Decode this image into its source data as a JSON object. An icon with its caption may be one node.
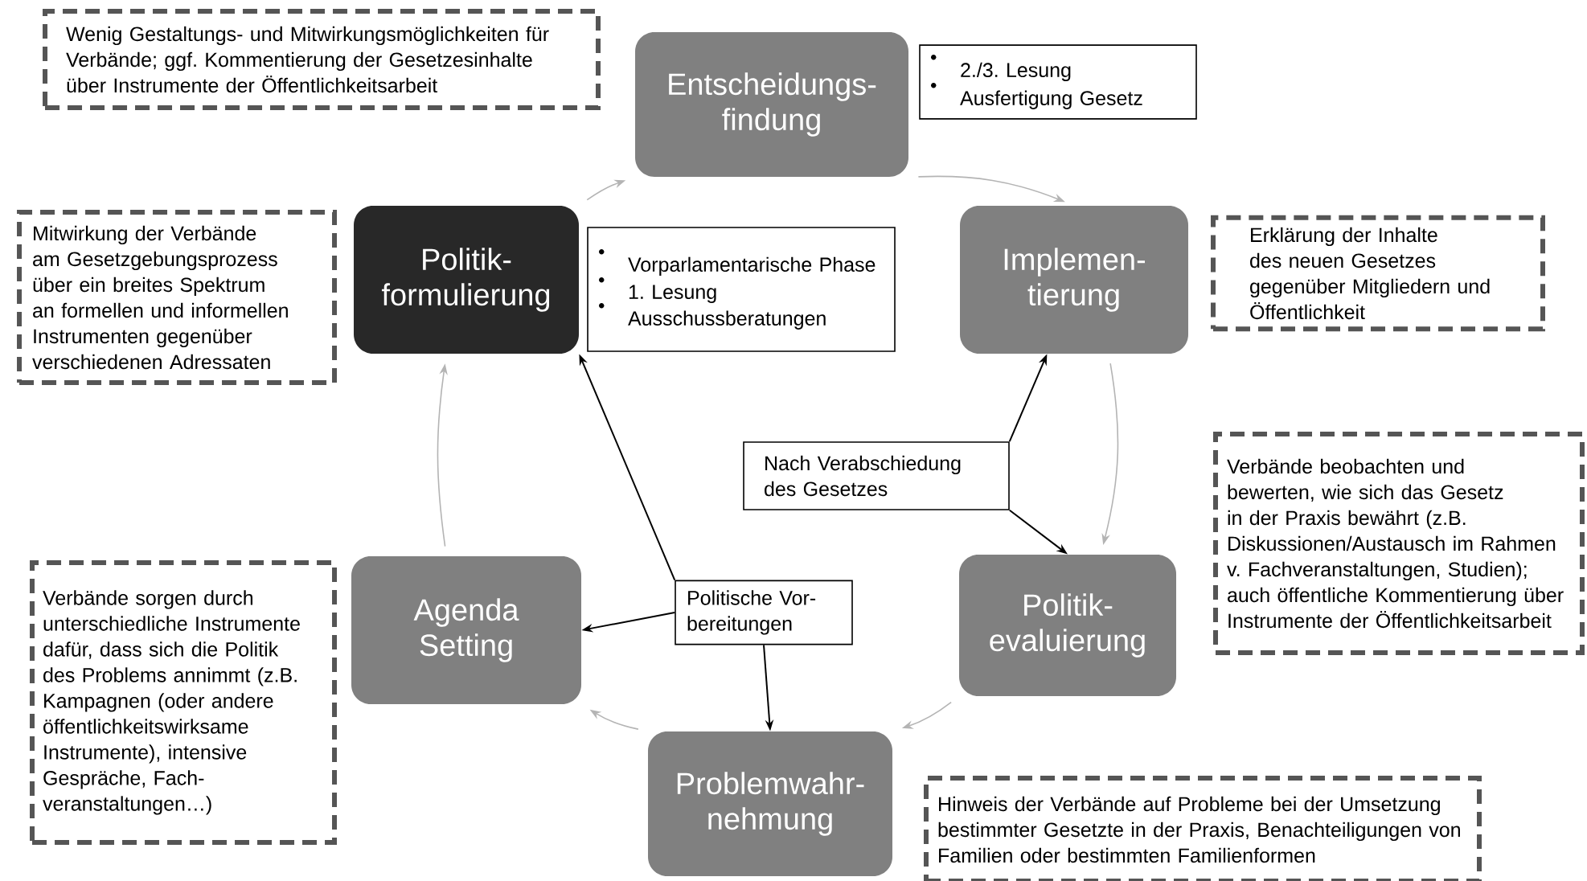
{
  "diagram": {
    "nodes": [
      {
        "text": [
          "Entscheidungs- findung"
        ]
      },
      {
        "text": [
          "Implemen- tierung"
        ]
      },
      {
        "text": [
          "Politik- evaluierung"
        ]
      },
      {
        "text": [
          "Problemwahr- nehmung"
        ]
      },
      {
        "text": [
          "Agenda Setting"
        ]
      },
      {
        "text": [
          "Politik- formulierung"
        ]
      },
      {
        "text": [
          "Vorparlamentarische Phase",
          "1. Lesung",
          "Ausschussberatungen"
        ]
      },
      {
        "text": [
          "2./3. Lesung",
          "Ausfertigung Gesetz"
        ]
      },
      {
        "text": [
          "Nach Verabschiedung des Gesetzes"
        ]
      },
      {
        "text": [
          "Politische Vor- bereitungen"
        ]
      },
      {
        "text": [
          "Wenig Gestaltungs- und Mitwirkungsmöglichkeiten für Verbände; ggf. Kommentierung der Gesetzesinhalte über Instrumente der Öffentlichkeitsarbeit"
        ]
      },
      {
        "text": [
          "Mitwirkung der Verbände am Gesetzgebungsprozess über ein breites Spektrum an formellen und informellen Instrumenten gegenüber verschiedenen Adressaten"
        ]
      },
      {
        "text": [
          "Erklärung der Inhalte des neuen Gesetzes gegenüber Mitgliedern und Öffentlichkeit"
        ]
      },
      {
        "text": [
          "Verbände beobachten und bewerten, wie sich das Gesetz in der Praxis bewährt (z.B. Diskussionen/Austausch im Rahmen v. Fachveranstaltungen, Studien); auch öffentliche Kommentierung über Instrumente der Öffentlichkeitsarbeit"
        ]
      },
      {
        "text": [
          "Verbände sorgen durch unterschiedliche Instrumente dafür, dass sich die Politik des Problems annimmt (z.B. Kampagnen (oder andere öffentlichkeitswirksame Instrumente), intensive Gespräche, Fach- veranstaltungen…)"
        ]
      },
      {
        "text": [
          "Hinweis der Verbände auf Probleme bei der Umsetzung bestimmter Gesetzte in der Praxis, Benachteiligungen von Familien oder bestimmten Familienformen"
        ]
      }
    ],
    "edges": [
      {
        "from": 5,
        "to": 0,
        "arrow": "to",
        "color": "#b4b4b4"
      },
      {
        "from": 0,
        "to": 1,
        "arrow": "to",
        "color": "#b4b4b4"
      },
      {
        "from": 1,
        "to": 2,
        "arrow": "to",
        "color": "#b4b4b4"
      },
      {
        "from": 2,
        "to": 3,
        "arrow": "to",
        "color": "#b4b4b4"
      },
      {
        "from": 3,
        "to": 4,
        "arrow": "to",
        "color": "#b4b4b4"
      },
      {
        "from": 4,
        "to": 5,
        "arrow": "to",
        "color": "#b4b4b4"
      },
      {
        "from": 9,
        "to": 5,
        "arrow": "to",
        "color": "#000000"
      },
      {
        "from": 9,
        "to": 4,
        "arrow": "to",
        "color": "#000000"
      },
      {
        "from": 9,
        "to": 3,
        "arrow": "to",
        "color": "#000000"
      },
      {
        "from": 8,
        "to": 1,
        "arrow": "to",
        "color": "#000000"
      },
      {
        "from": 8,
        "to": 2,
        "arrow": "to",
        "color": "#000000"
      }
    ]
  }
}
